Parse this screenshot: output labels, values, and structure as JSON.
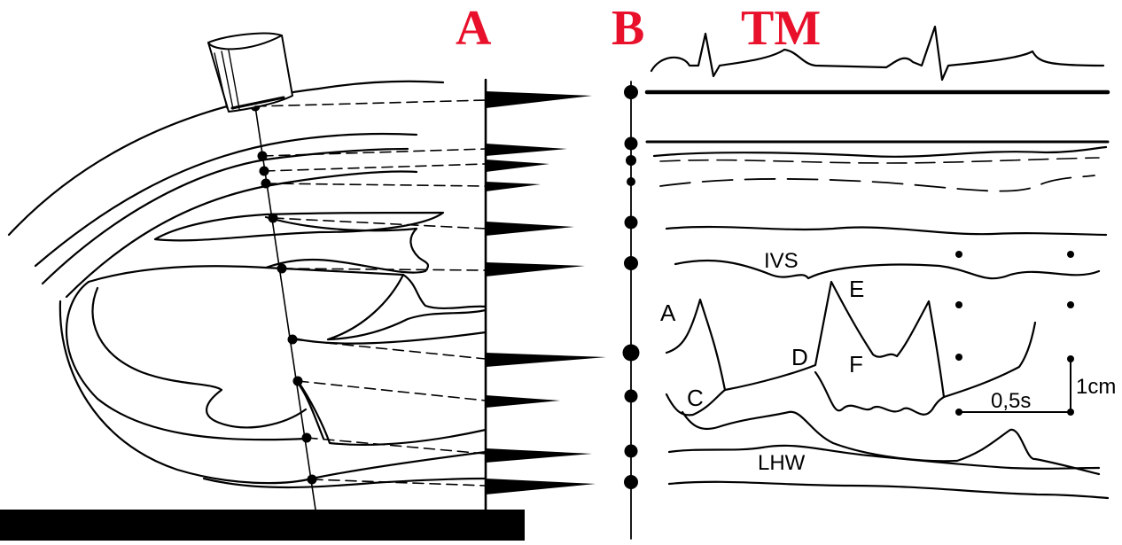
{
  "colors": {
    "letters": "#e8102a",
    "ink": "#000000",
    "background": "#ffffff"
  },
  "panels": {
    "a": "A",
    "b": "B",
    "tm": "TM"
  },
  "curve_labels": {
    "ivs": "IVS",
    "lhw": "LHW"
  },
  "mitral_points": {
    "a": "A",
    "c": "C",
    "d": "D",
    "e": "E",
    "f": "F"
  },
  "scale": {
    "time": "0,5s",
    "distance": "1cm"
  },
  "icons": {
    "transducer": "ultrasound-probe-icon"
  }
}
